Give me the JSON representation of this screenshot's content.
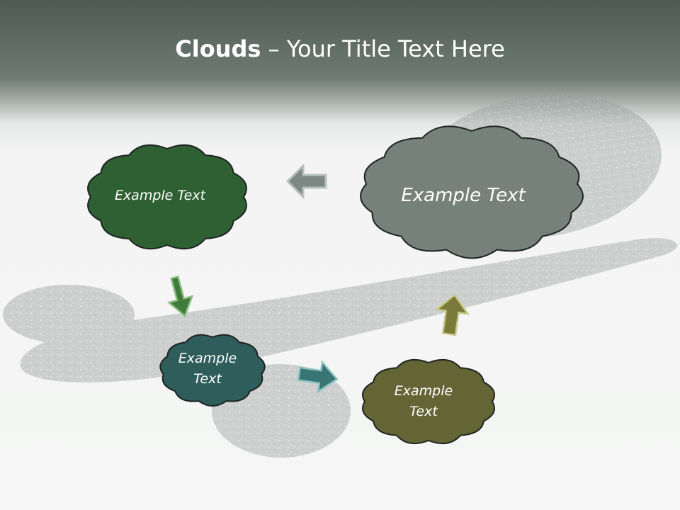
{
  "slide": {
    "title_bold": "Clouds",
    "title_rest": " – Your Title Text Here"
  },
  "clouds": {
    "green": {
      "line1": "Example Text",
      "line2": ""
    },
    "gray": {
      "line1": "Example Text",
      "line2": ""
    },
    "teal": {
      "line1": "Example",
      "line2": "Text"
    },
    "olive": {
      "line1": "Example",
      "line2": "Text"
    }
  },
  "colors": {
    "green": "#2f6033",
    "gray": "#77817c",
    "teal": "#2e5d5c",
    "olive": "#646535",
    "arrow_gray": "#7d8884",
    "arrow_green": "#3f7c3b",
    "arrow_teal": "#3a7575",
    "arrow_olive": "#7a7a3a"
  }
}
